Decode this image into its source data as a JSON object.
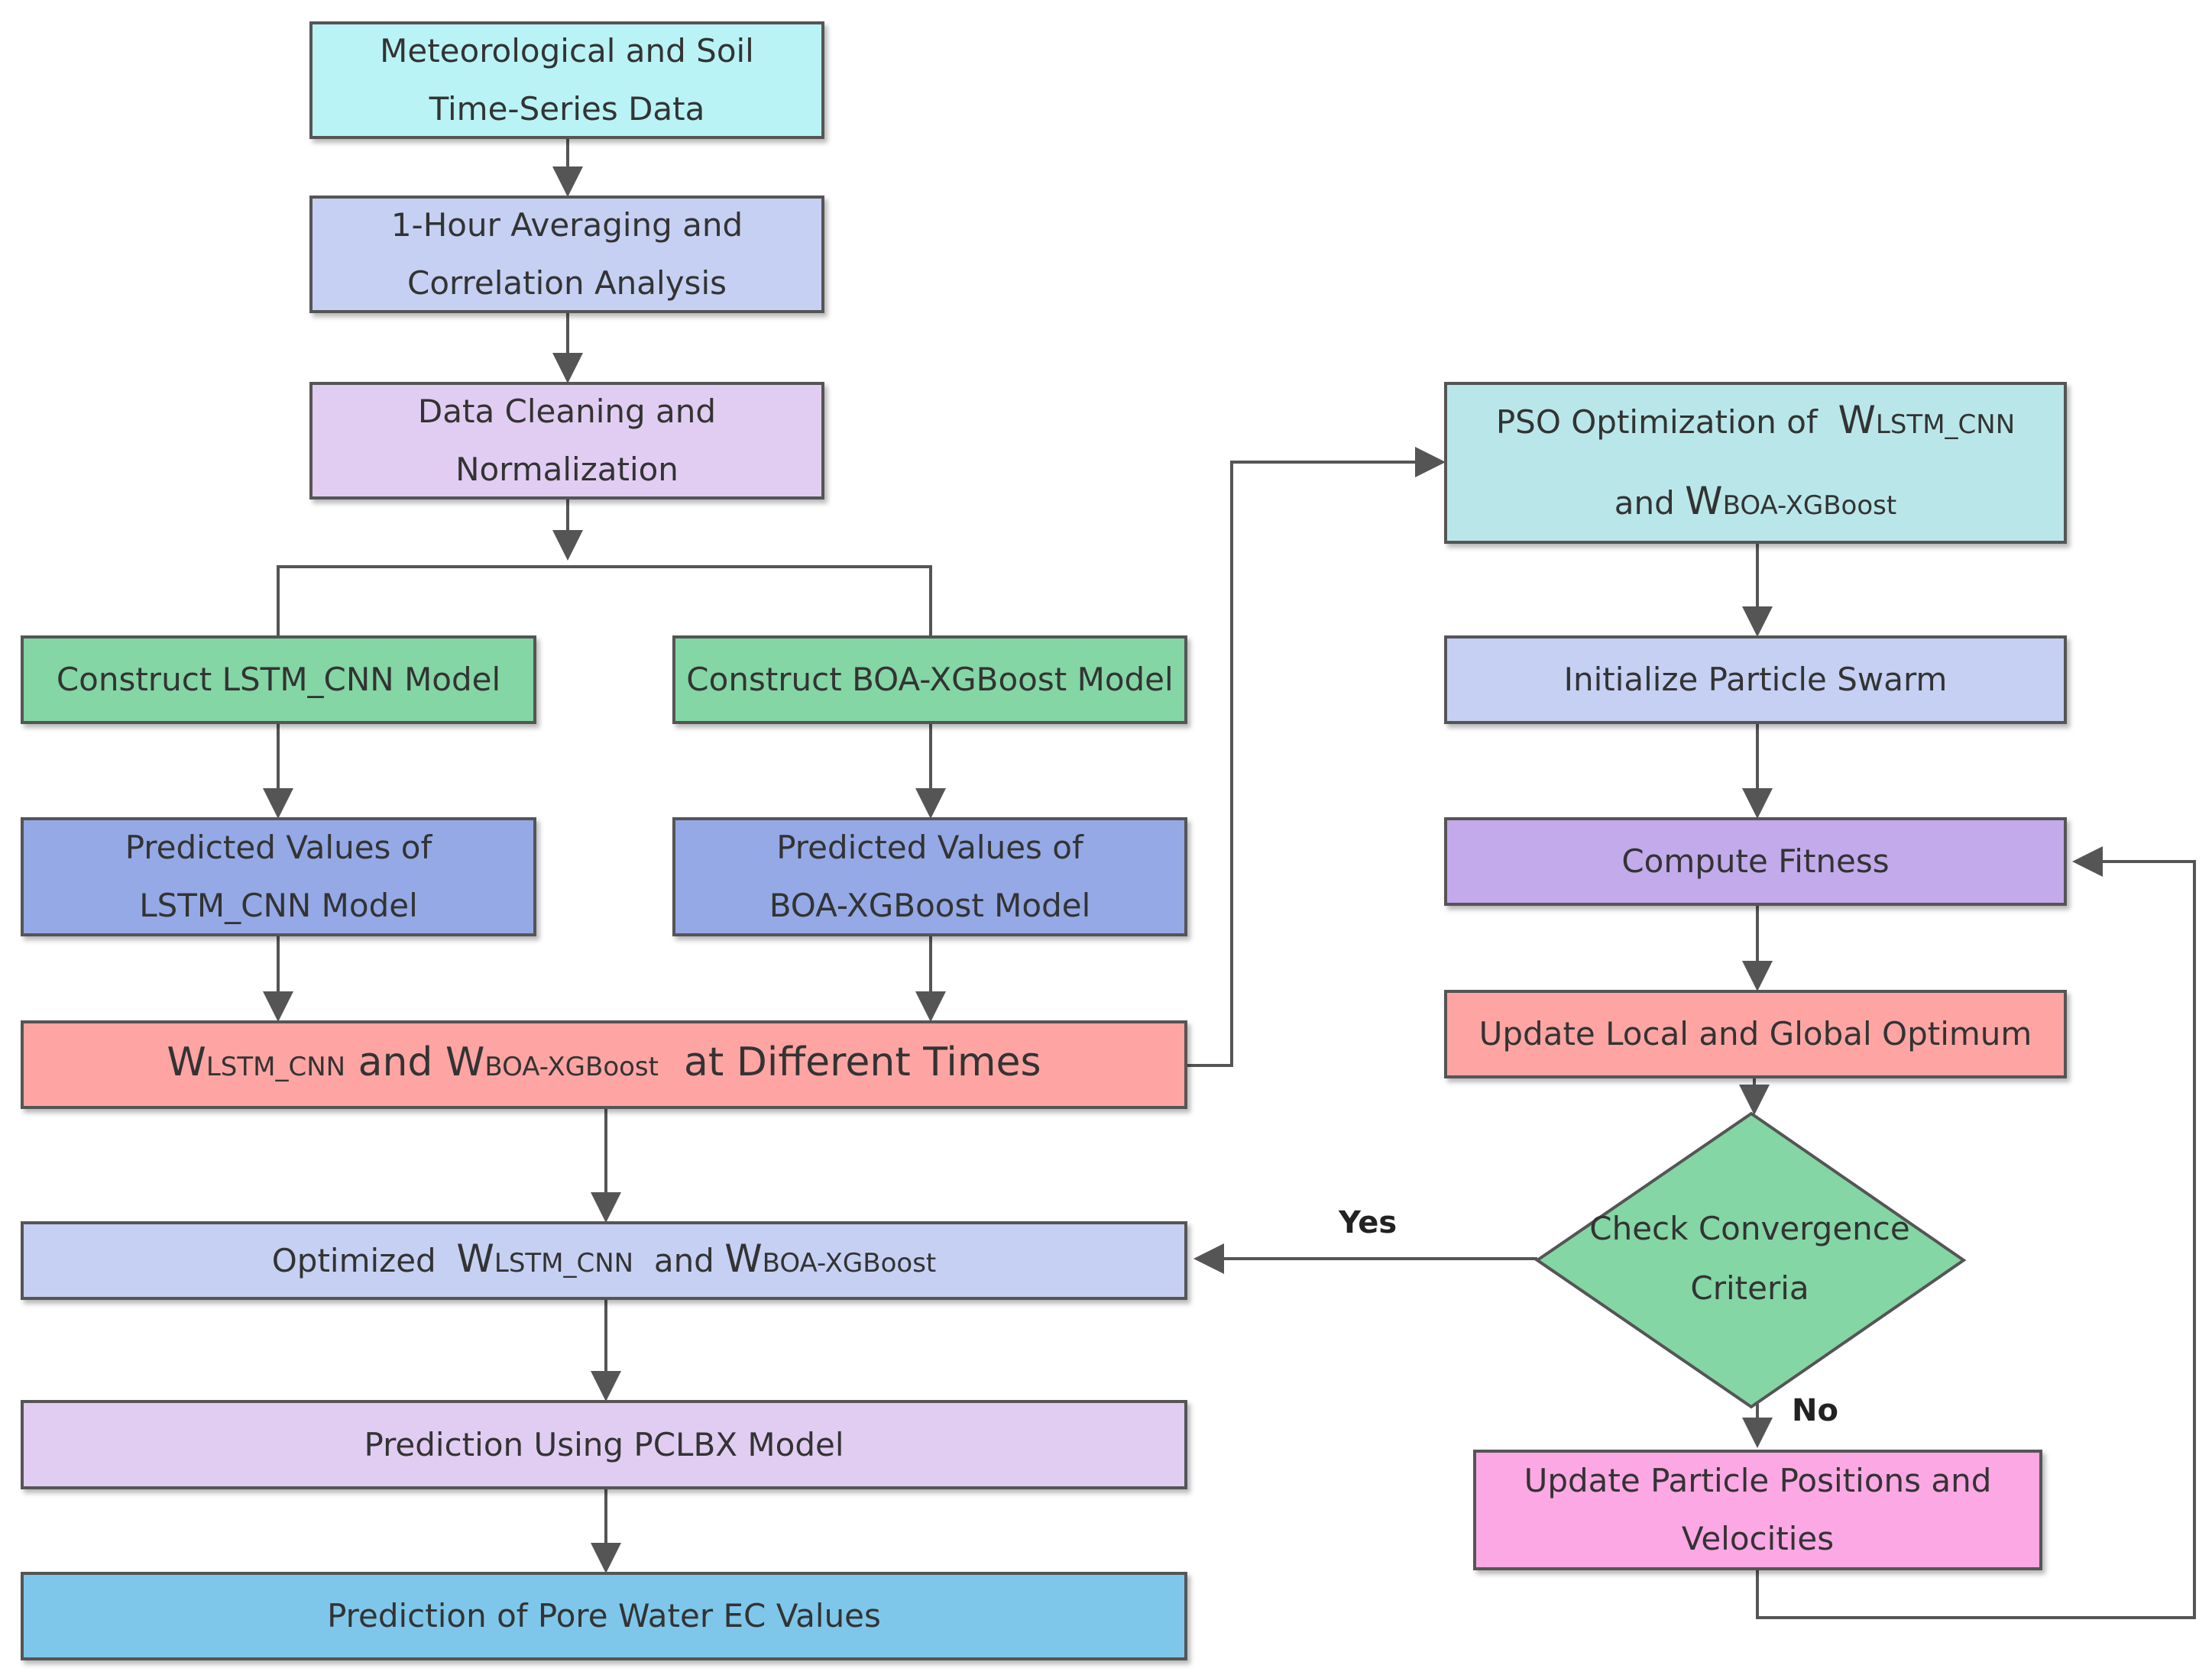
{
  "colors": {
    "cyan": "#b9f3f5",
    "lavender_blue": "#c5d0f3",
    "light_purple": "#e1cdf2",
    "green": "#84d6a4",
    "blue": "#94a9e6",
    "salmon": "#fea5a3",
    "teal": "#b9e7e9",
    "purple": "#c2aaeb",
    "pink": "#fca8e4",
    "sky": "#7ec7ea",
    "border": "#555555"
  },
  "nodes": {
    "met_data": {
      "line1": "Meteorological and Soil",
      "line2": "Time-Series Data"
    },
    "averaging": {
      "line1": "1-Hour Averaging and",
      "line2": "Correlation Analysis"
    },
    "cleaning": {
      "line1": "Data Cleaning and",
      "line2": "Normalization"
    },
    "lstm_construct": {
      "text": "Construct LSTM_CNN Model"
    },
    "boa_construct": {
      "text": "Construct BOA-XGBoost Model"
    },
    "lstm_pred": {
      "line1": "Predicted Values of",
      "line2": "LSTM_CNN Model"
    },
    "boa_pred": {
      "line1": "Predicted Values of",
      "line2": "BOA-XGBoost Model"
    },
    "weights": {
      "w": "W",
      "sub1": "LSTM_CNN",
      "mid": " and ",
      "sub2": "BOA-XGBoost",
      "tail": "  at Different Times"
    },
    "optimized": {
      "prefix": "Optimized  ",
      "w": "W",
      "sub1": "LSTM_CNN",
      "mid": "  and ",
      "sub2": "BOA-XGBoost"
    },
    "pclbx": {
      "text": "Prediction Using PCLBX Model"
    },
    "pore_ec": {
      "text": "Prediction of Pore Water EC Values"
    },
    "pso": {
      "prefix": "PSO Optimization of  ",
      "w": "W",
      "sub1": "LSTM_CNN",
      "line2_prefix": "and ",
      "sub2": "BOA-XGBoost"
    },
    "init_swarm": {
      "text": "Initialize Particle Swarm"
    },
    "fitness": {
      "text": "Compute Fitness"
    },
    "update_opt": {
      "text": "Update Local and Global Optimum"
    },
    "convergence": {
      "line1": "Check Convergence",
      "line2": "Criteria"
    },
    "update_particles": {
      "line1": "Update Particle Positions and",
      "line2": "Velocities"
    }
  },
  "edge_labels": {
    "yes": "Yes",
    "no": "No"
  }
}
